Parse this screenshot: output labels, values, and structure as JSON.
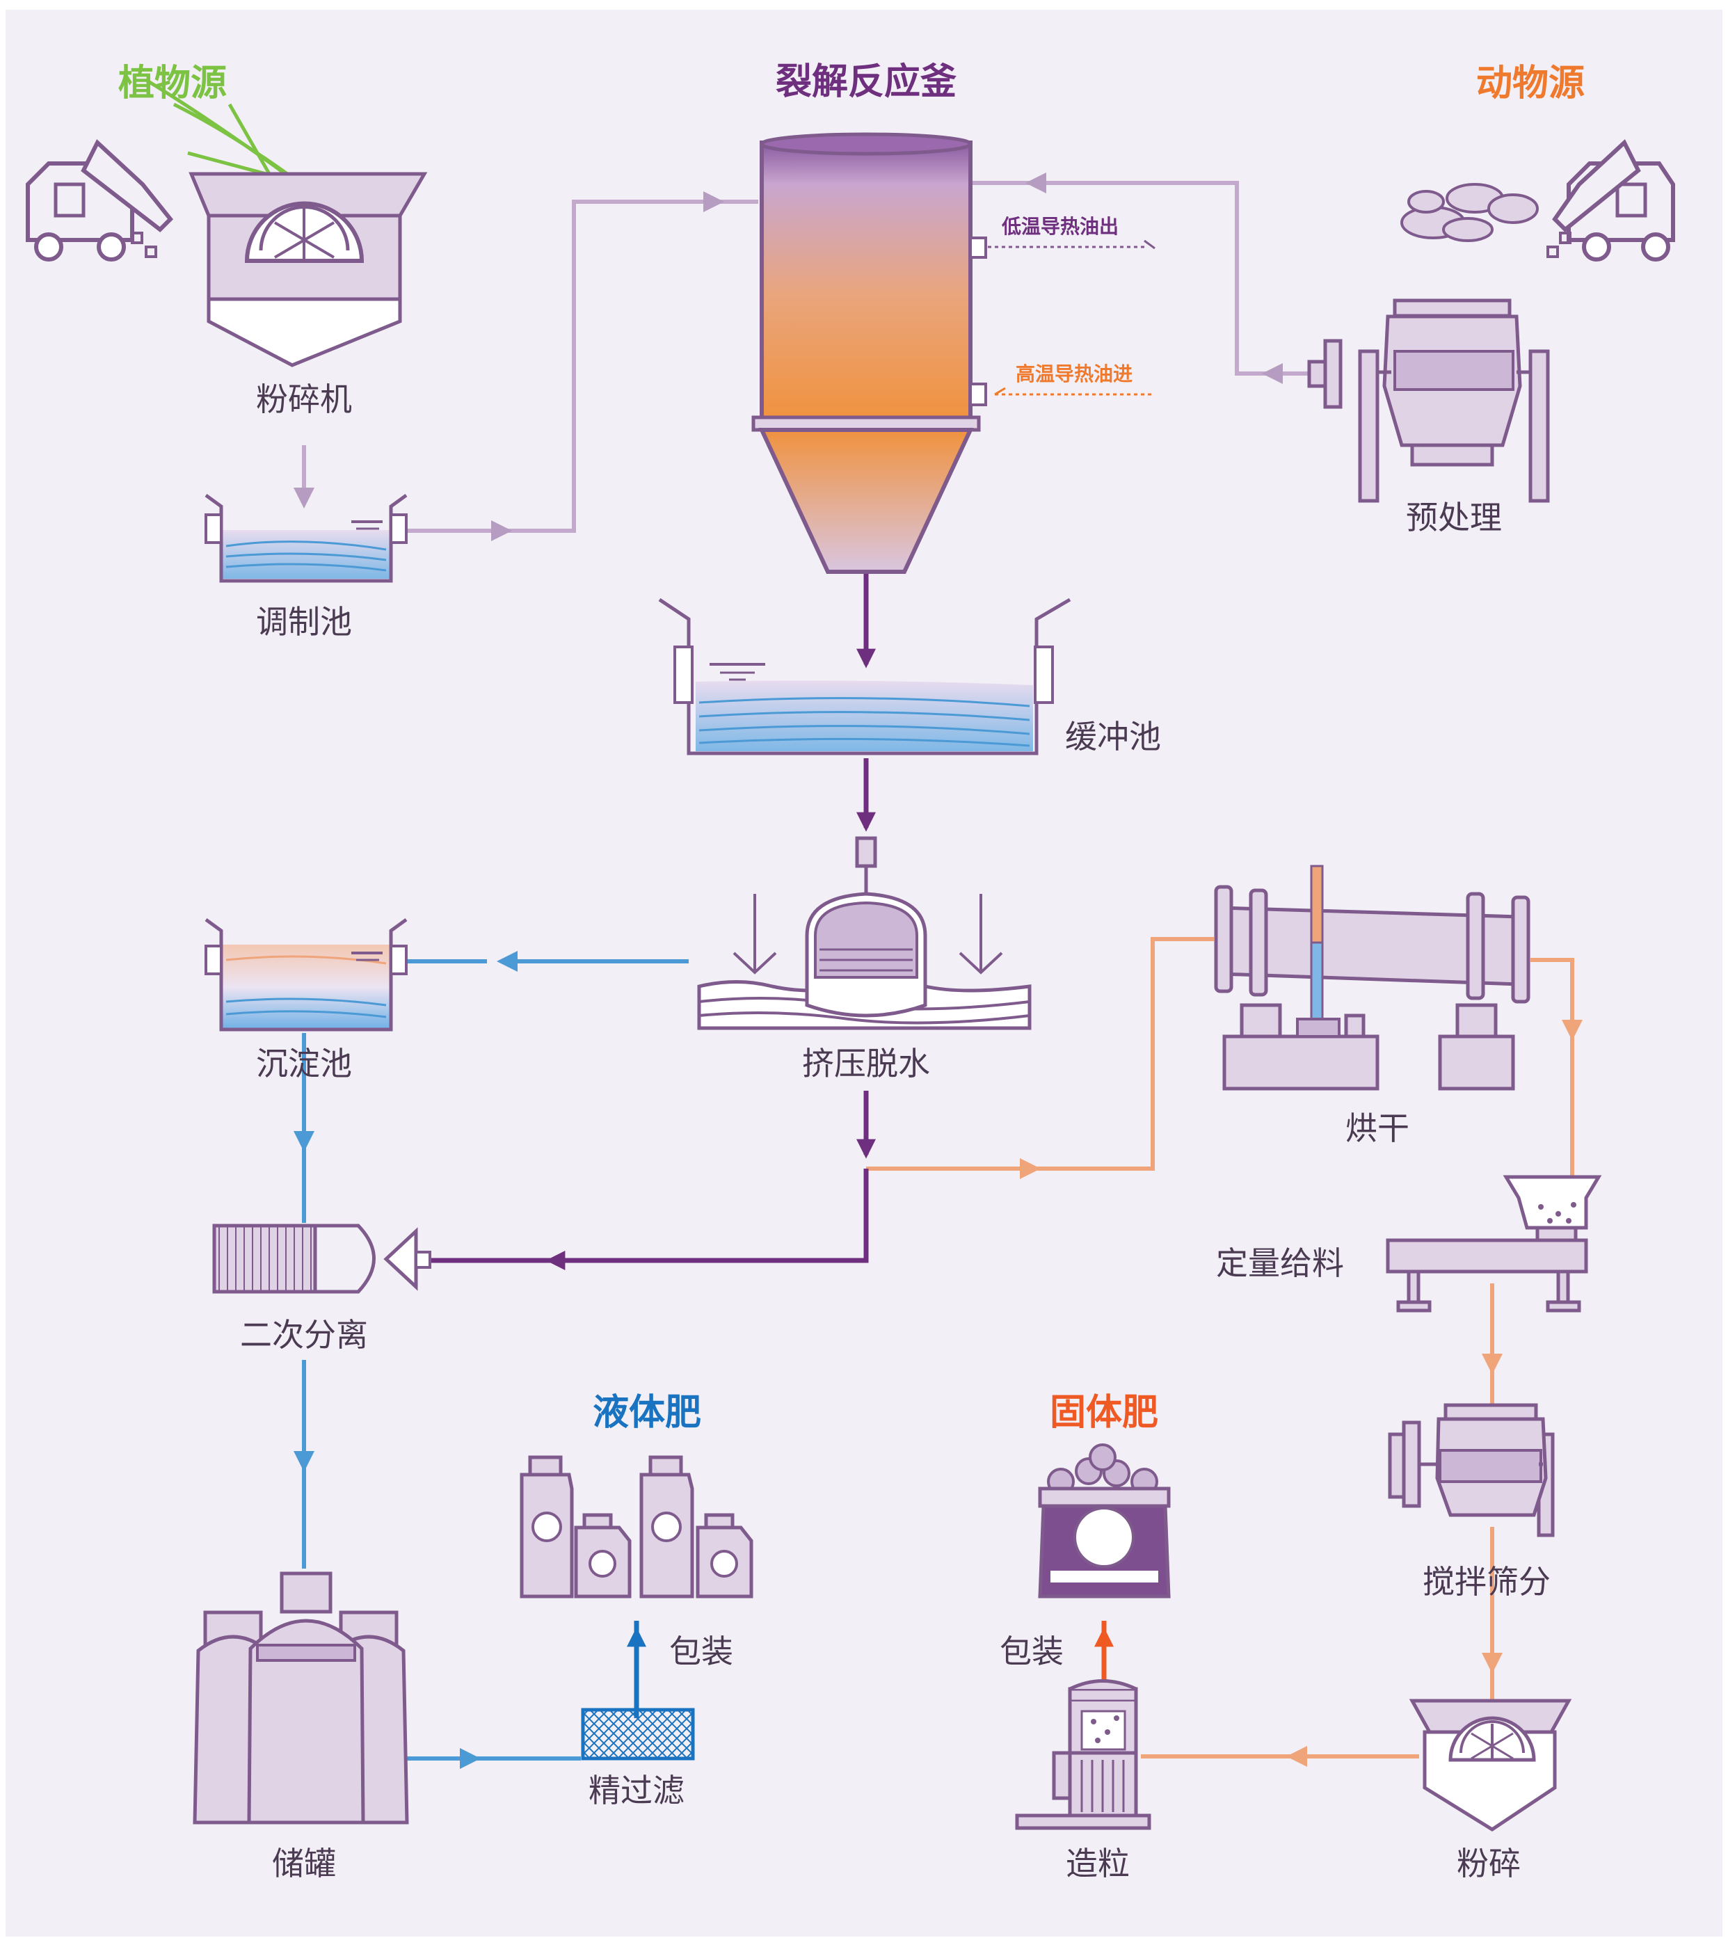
{
  "colors": {
    "background": "#f3eff6",
    "equipment_fill": "#e1d3e6",
    "equipment_stroke": "#7e5b8c",
    "main_flow": "#6e2f7e",
    "light_flow": "#c3a9cc",
    "liquid_flow": "#4b9ad6",
    "solid_flow": "#f0a47a",
    "plant_label": "#7cc243",
    "animal_label": "#ef7a2e",
    "liquid_fert_label": "#1a73c0",
    "solid_fert_label": "#ef5a24",
    "title_color": "#6e2f7e"
  },
  "labels": {
    "plant_source": "植物源",
    "animal_source": "动物源",
    "reactor_title": "裂解反应釜",
    "crusher": "粉碎机",
    "conditioning_tank": "调制池",
    "pretreatment": "预处理",
    "low_temp_oil_out": "低温导热油出",
    "high_temp_oil_in": "高温导热油进",
    "buffer_tank": "缓冲池",
    "settling_tank": "沉淀池",
    "press_dewatering": "挤压脱水",
    "drying": "烘干",
    "secondary_separation": "二次分离",
    "quantitative_feeding": "定量给料",
    "liquid_fertilizer": "液体肥",
    "solid_fertilizer": "固体肥",
    "packaging_liquid": "包装",
    "packaging_solid": "包装",
    "mixing_screening": "搅拌筛分",
    "storage_tank": "储罐",
    "fine_filtration": "精过滤",
    "granulation": "造粒",
    "grinding": "粉碎"
  }
}
